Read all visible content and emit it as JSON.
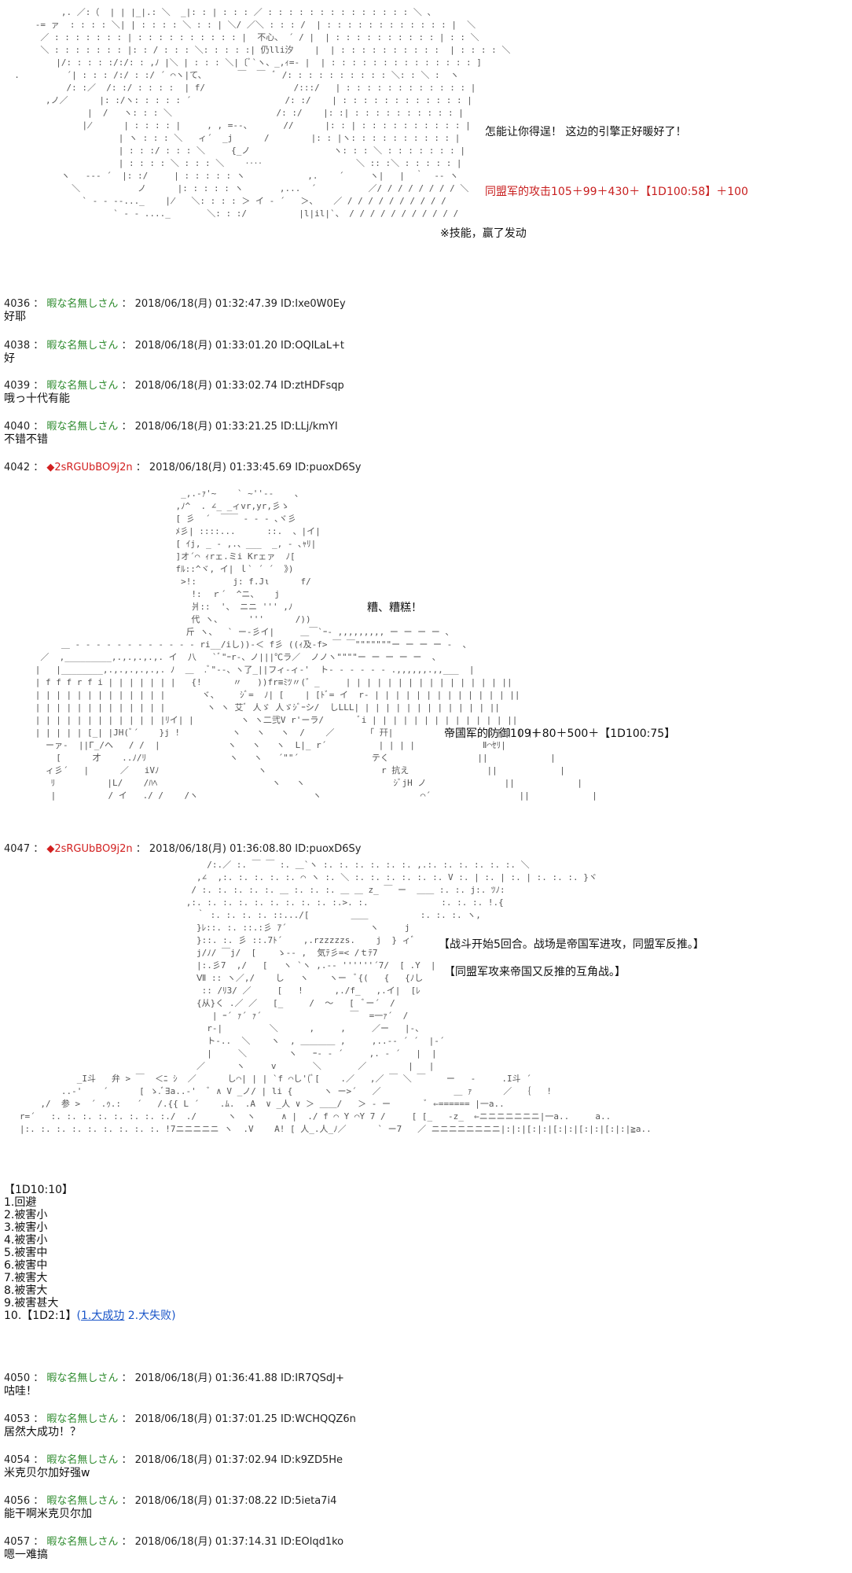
{
  "panel1": {
    "aa_label": "ascii art scene 1",
    "notes": [
      "怎能让你得逞！  这边的引擎正好暖好了！",
      "同盟军的攻击105＋99＋430＋【1D100:58】＋100",
      "※技能，赢了发动"
    ]
  },
  "posts_a": [
    {
      "no": "4036",
      "name": "暇な名無しさん",
      "date": "2018/06/18(月) 01:32:47.39 ID:Ixe0W0Ey",
      "body": "好耶"
    },
    {
      "no": "4038",
      "name": "暇な名無しさん",
      "date": "2018/06/18(月) 01:33:01.20 ID:OQILaL+t",
      "body": "好"
    },
    {
      "no": "4039",
      "name": "暇な名無しさん",
      "date": "2018/06/18(月) 01:33:02.74 ID:ztHDFsqp",
      "body": "哦っ十代有能"
    },
    {
      "no": "4040",
      "name": "暇な名無しさん",
      "date": "2018/06/18(月) 01:33:21.25 ID:LLj/kmYI",
      "body": "不错不错"
    }
  ],
  "post_4042": {
    "no": "4042",
    "trip": "◆2sRGUbBO9j2n",
    "date": "2018/06/18(月) 01:33:45.69 ID:puoxD6Sy"
  },
  "panel2": {
    "notes": [
      "糟、糟糕！",
      "帝国军的防御109＋80＋500＋【1D100:75】"
    ]
  },
  "post_4047": {
    "no": "4047",
    "trip": "◆2sRGUbBO9j2n",
    "date": "2018/06/18(月) 01:36:08.80 ID:puoxD6Sy"
  },
  "panel3": {
    "notes": [
      "【战斗开始5回合。战场是帝国军进攻，同盟军反推。】",
      "【同盟军攻来帝国又反推的互角战。】"
    ]
  },
  "dice_list": {
    "head": "【1D10:10】",
    "items": [
      "1.回避",
      "2.被害小",
      "3.被害小",
      "4.被害小",
      "5.被害中",
      "6.被害中",
      "7.被害大",
      "8.被害大",
      "9.被害甚大"
    ],
    "last_prefix": "10.",
    "last_roll": "【1D2:1】",
    "last_open": "(",
    "last_opt1": "1.大成功",
    "last_opt2": "2.大失败",
    "last_close": ")"
  },
  "posts_b": [
    {
      "no": "4050",
      "name": "暇な名無しさん",
      "date": "2018/06/18(月) 01:36:41.88 ID:IR7QSdJ+",
      "body": "咕哇！"
    },
    {
      "no": "4053",
      "name": "暇な名無しさん",
      "date": "2018/06/18(月) 01:37:01.25 ID:WCHQQZ6n",
      "body": "居然大成功！？"
    },
    {
      "no": "4054",
      "name": "暇な名無しさん",
      "date": "2018/06/18(月) 01:37:02.94 ID:k9ZD5He",
      "body": "米克贝尔加好强w"
    },
    {
      "no": "4056",
      "name": "暇な名無しさん",
      "date": "2018/06/18(月) 01:37:08.22 ID:5ieta7i4",
      "body": "能干啊米克贝尔加"
    },
    {
      "no": "4057",
      "name": "暇な名無しさん",
      "date": "2018/06/18(月) 01:37:14.31 ID:EOlqd1ko",
      "body": "嗯一难搞"
    }
  ]
}
